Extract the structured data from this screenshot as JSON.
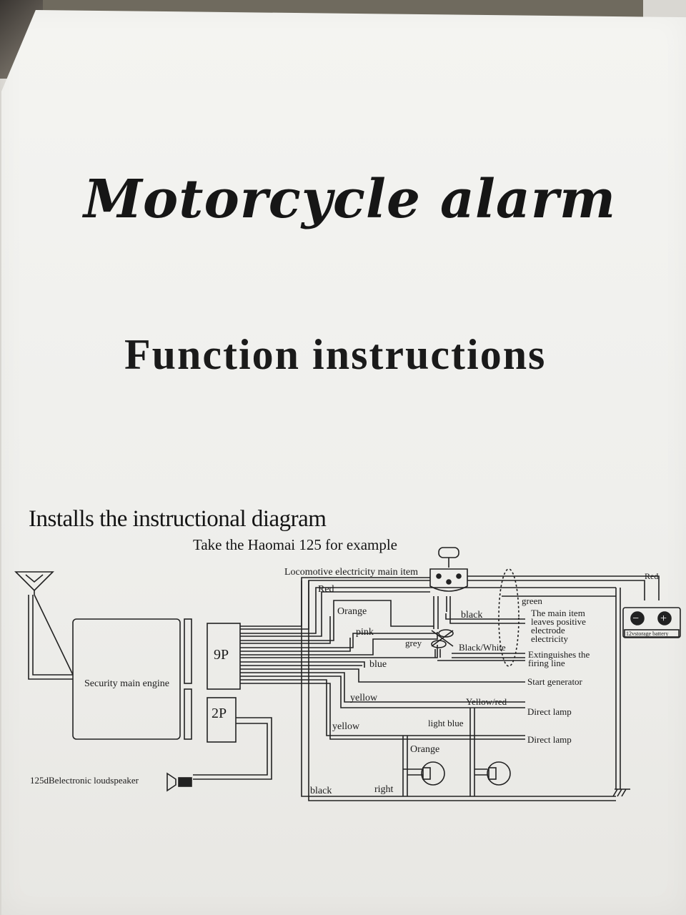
{
  "document": {
    "title": "Motorcycle alarm",
    "subtitle": "Function instructions",
    "diagram_heading": "Installs the instructional diagram",
    "diagram_subheading": "Take the Haomai 125 for example"
  },
  "diagram": {
    "main_unit": "Security main engine",
    "connector_9p": "9P",
    "connector_2p": "2P",
    "speaker": "125dBelectronic loudspeaker",
    "ignition": "Locomotive electricity main item",
    "battery_label": "12vstorage battery",
    "battery_minus": "−",
    "battery_plus": "+",
    "wires": {
      "red_left": "Red",
      "red_right": "Red",
      "orange_top": "Orange",
      "pink": "pink",
      "grey": "grey",
      "blue": "blue",
      "yellow_1": "yellow",
      "yellow_2": "yellow",
      "black_top": "black",
      "black_white": "Black/White",
      "green": "green",
      "yellow_red": "Yellow/red",
      "light_blue": "light blue",
      "orange_bottom": "Orange",
      "black_bottom": "black",
      "right": "right"
    },
    "destinations": {
      "positive_1": "The main item",
      "positive_2": "leaves positive",
      "positive_3": "electrode",
      "positive_4": "electricity",
      "firing_1": "Extinguishes the",
      "firing_2": "firing line",
      "start": "Start generator",
      "lamp_1": "Direct lamp",
      "lamp_2": "Direct lamp"
    }
  }
}
